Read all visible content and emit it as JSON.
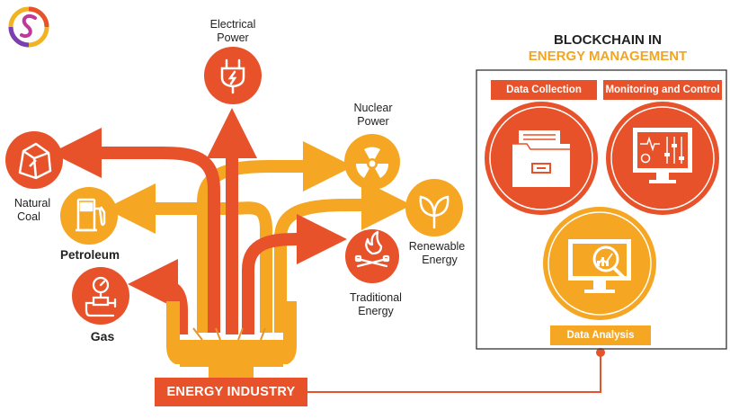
{
  "nodes": {
    "electrical_power": "Electrical\nPower",
    "electrical_power_l1": "Electrical",
    "electrical_power_l2": "Power",
    "nuclear_l1": "Nuclear",
    "nuclear_l2": "Power",
    "coal_l1": "Natural",
    "coal_l2": "Coal",
    "petroleum": "Petroleum",
    "gas": "Gas",
    "renewable_l1": "Renewable",
    "renewable_l2": "Energy",
    "traditional_l1": "Traditional",
    "traditional_l2": "Energy"
  },
  "base_label": "ENERGY INDUSTRY",
  "blockchain": {
    "title_line1": "BLOCKCHAIN IN",
    "title_line2": "ENERGY MANAGEMENT",
    "tags": {
      "data_collection": "Data Collection",
      "monitoring": "Monitoring and Control",
      "data_analysis": "Data Analysis"
    }
  },
  "colors": {
    "orange": "#e8522a",
    "yellow": "#f5a623",
    "box_border": "#333333"
  },
  "icons": [
    "logo-icon",
    "plug-icon",
    "radiation-icon",
    "coal-icon",
    "fuel-pump-icon",
    "leaves-icon",
    "fire-icon",
    "gas-meter-icon",
    "hands-icon",
    "folder-icon",
    "control-panel-icon",
    "analytics-monitor-icon"
  ]
}
